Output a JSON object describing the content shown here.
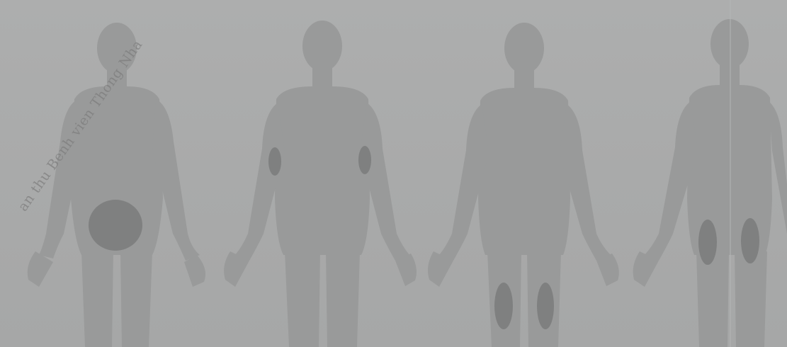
{
  "watermark": {
    "text": "an thu Benh vien Thong Nha"
  },
  "colors": {
    "background": "#a8a9a9",
    "silhouette": "#999a9a",
    "highlighted_site": "#7f8080",
    "watermark": "#7c7c7c"
  },
  "figures": [
    {
      "view": "front",
      "highlighted_sites": [
        "abdomen"
      ]
    },
    {
      "view": "back",
      "highlighted_sites": [
        "left-upper-arm",
        "right-upper-arm"
      ]
    },
    {
      "view": "front",
      "highlighted_sites": [
        "left-thigh",
        "right-thigh"
      ]
    },
    {
      "view": "back",
      "highlighted_sites": [
        "left-buttock",
        "right-buttock"
      ]
    }
  ]
}
